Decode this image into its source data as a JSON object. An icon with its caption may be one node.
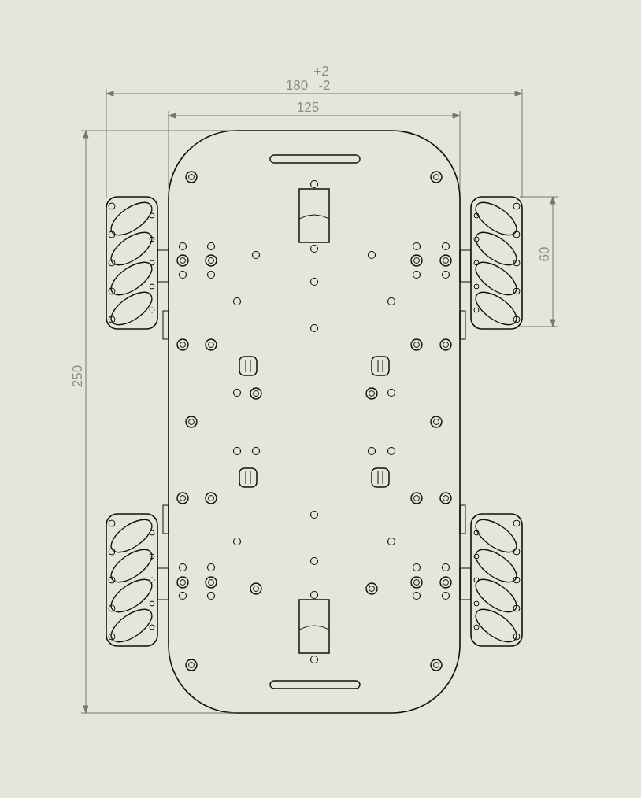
{
  "diagram": {
    "labels": [
      "+2",
      "180",
      "-2",
      "125",
      "250",
      "60"
    ]
  }
}
